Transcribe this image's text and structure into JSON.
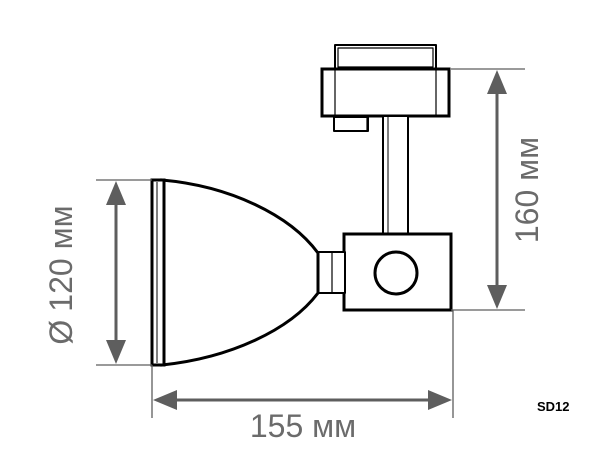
{
  "dimensions": {
    "diameter_symbol": "Ø",
    "diameter": "120 мм",
    "height": "160 мм",
    "width": "155 мм"
  },
  "model_code": "SD12",
  "colors": {
    "outline": "#000000",
    "dimension": "#5e5e5e",
    "dimension_text": "#6b6b6b"
  }
}
